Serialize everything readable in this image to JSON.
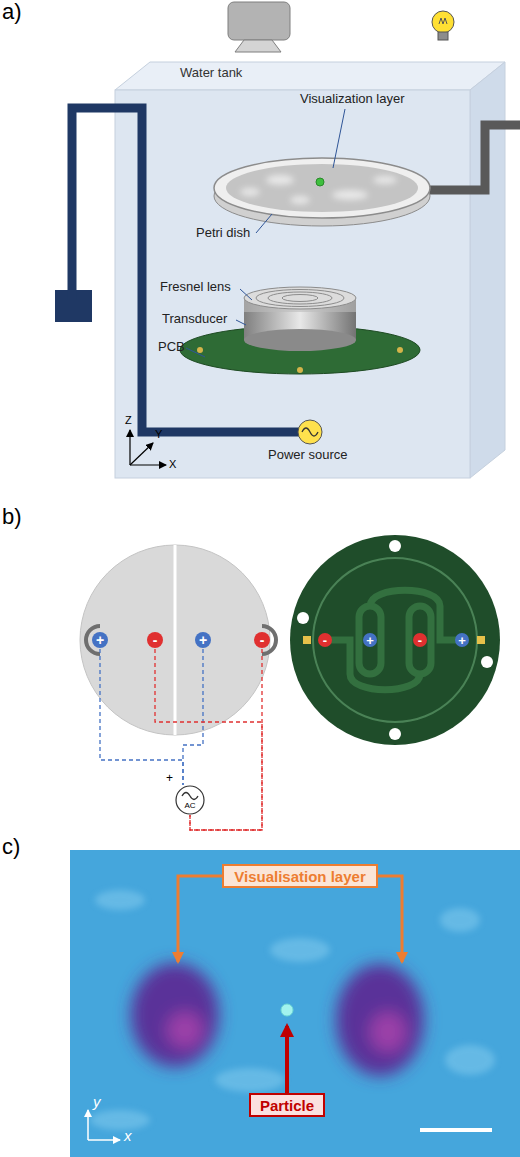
{
  "diagram": {
    "nodes": [
      {
        "text": [
          "+"
        ]
      },
      {
        "text": [
          "-"
        ]
      },
      {
        "text": [
          "+"
        ]
      },
      {
        "text": [
          "-"
        ]
      },
      {
        "text": [
          "AC"
        ]
      },
      {
        "text": [
          "-"
        ]
      },
      {
        "text": [
          "+"
        ]
      },
      {
        "text": [
          "-"
        ]
      },
      {
        "text": [
          "+"
        ]
      },
      {
        "text": [
          "Visualisation layer"
        ]
      },
      {
        "text": [
          "Particle"
        ]
      }
    ],
    "edges": [
      {
        "from": 0,
        "to": 4,
        "arrow": "none"
      },
      {
        "from": 2,
        "to": 4,
        "arrow": "none"
      },
      {
        "from": 1,
        "to": 4,
        "arrow": "none"
      },
      {
        "from": 3,
        "to": 4,
        "arrow": "none"
      }
    ],
    "labels": [
      "a)",
      "Water tank",
      "Visualization layer",
      "Petri dish",
      "Fresnel lens",
      "Transducer",
      "PCB",
      "Power source",
      "Z",
      "Y",
      "X",
      "b)",
      "+",
      "c)",
      "y",
      "x"
    ]
  }
}
